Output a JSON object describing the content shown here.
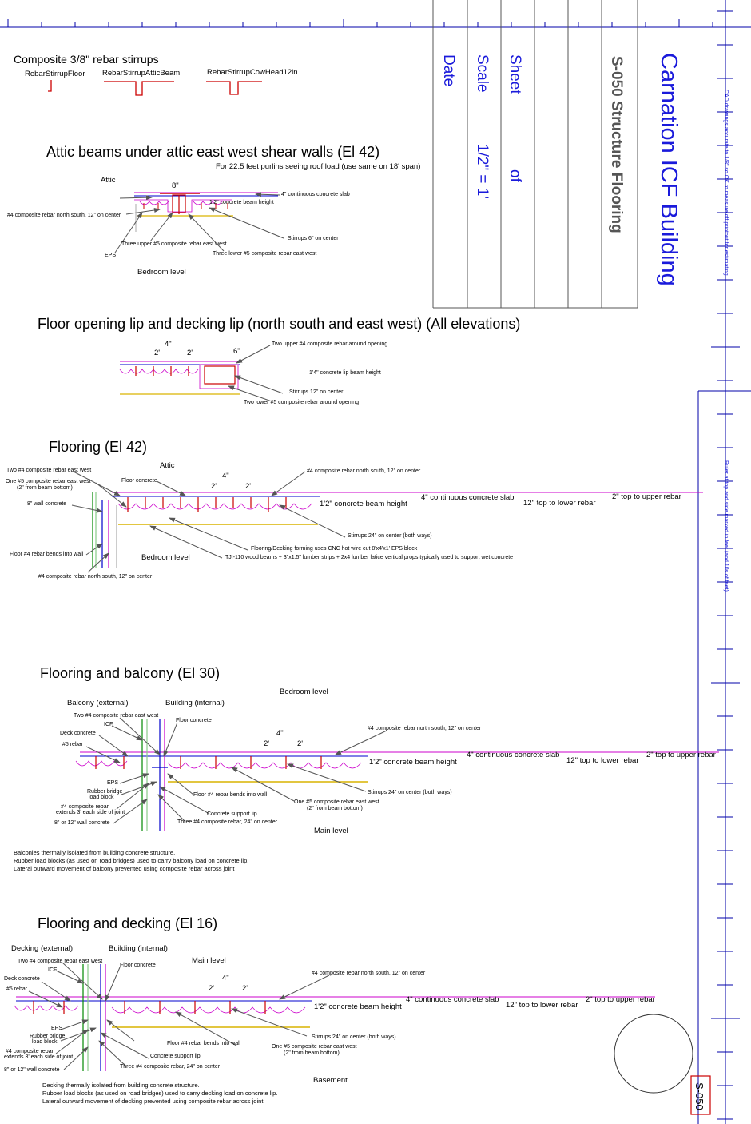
{
  "title_block": {
    "project": "Carnation ICF Building",
    "sheet_title": "S-050 Structure Flooring",
    "sheet_label": "Sheet",
    "sheet_of": "of",
    "scale_label": "Scale",
    "scale_value": "1/2\" = 1'",
    "date_label": "Date",
    "cad_note": "CAD drawings accurate to 1/8\" so OK to measure off printout for estimating",
    "ruler_note": "Ruler at top and side marked in feet (and 10s of feet)",
    "stamp": "S-050"
  },
  "stirrups": {
    "title": "Composite 3/8\" rebar stirrups",
    "items": [
      "RebarStirrupFloor",
      "RebarStirrupAtticBeam",
      "RebarStirrupCowHead12in"
    ]
  },
  "attic": {
    "title": "Attic beams under attic east west shear walls (El 42)",
    "subtitle": "For 22.5 feet purlins seeing roof load (use same on 18' span)",
    "level_top": "Attic",
    "level_bottom": "Bedroom level",
    "dim_8": "8\"",
    "slab": "4\" continuous concrete slab",
    "beam": "1'2\" concrete beam height",
    "rebar_ns": "#4 composite rebar north south, 12\" on center",
    "upper": "Three upper #5 composite rebar east west",
    "stirrups": "Stirrups 6\" on center",
    "eps": "EPS",
    "lower": "Three lower #5 composite rebar east west"
  },
  "opening": {
    "title": "Floor opening lip and decking lip (north south and east west) (All elevations)",
    "dim_4": "4\"",
    "dim_2a": "2'",
    "dim_2b": "2'",
    "dim_6": "6\"",
    "upper": "Two upper #4 composite rebar around opening",
    "beam": "1'4\" concrete lip beam height",
    "stirrups": "Stirrups 12\" on center",
    "lower": "Two lower #5 composite rebar around opening"
  },
  "flooring42": {
    "title": "Flooring (El 42)",
    "level_top": "Attic",
    "level_bottom": "Bedroom level",
    "two4": "Two #4 composite rebar east west",
    "one5": "One #5 composite rebar east west",
    "one5b": "(2\" from beam bottom)",
    "floor_concrete": "Floor concrete",
    "wall_concrete": "8\" wall concrete",
    "bends": "Floor #4 rebar bends into wall",
    "rebar_ns_bottom": "#4 composite rebar north south, 12\" on center",
    "rebar_ns_top": "#4 composite rebar north south, 12\" on center",
    "dim_4": "4\"",
    "dim_2a": "2'",
    "dim_2b": "2'",
    "slab": "4\" continuous concrete slab",
    "beam": "1'2\" concrete beam height",
    "lower": "12\" top to lower rebar",
    "upper": "2\" top to upper rebar",
    "stirrups": "Stirrups 24\" on center (both ways)",
    "forming": "Flooring/Decking forming uses CNC hot wire cut 8'x4'x1' EPS block",
    "tji": "TJI-110 wood beams + 3\"x1.5\" lumber strips + 2x4 lumber latice vertical props typically used to support wet concrete"
  },
  "balcony": {
    "title": "Flooring and balcony (El 30)",
    "level_top": "Bedroom level",
    "ext": "Balcony (external)",
    "int": "Building (internal)",
    "two4": "Two #4 composite rebar east west",
    "icf": "ICF",
    "deck": "Deck concrete",
    "r5": "#5 rebar",
    "floor_concrete": "Floor concrete",
    "rebar_ns": "#4 composite rebar north south, 12\" on center",
    "dim_4": "4\"",
    "dim_2a": "2'",
    "dim_2b": "2'",
    "slab": "4\" continuous concrete slab",
    "beam": "1'2\" concrete beam height",
    "lower": "12\" top to lower rebar",
    "upper": "2\" top to upper rebar",
    "eps": "EPS",
    "rubber1": "Rubber bridge",
    "rubber2": "load block",
    "bends": "Floor #4 rebar bends into wall",
    "stirrups": "Stirrups 24\" on center (both ways)",
    "comp1": "#4 composite rebar",
    "comp2": "extends 3' each side of joint",
    "one5": "One #5 composite rebar east west",
    "one5b": "(2\" from beam bottom)",
    "support": "Concrete support lip",
    "wall": "8\" or 12\" wall concrete",
    "three4": "Three #4 composite rebar, 24\" on center",
    "level_bottom": "Main level",
    "notes": [
      "Balconies thermally isolated from building concrete structure.",
      "Rubber load blocks (as used on road bridges) used to carry balcony load on concrete lip.",
      "Lateral outward movement of balcony prevented using composite rebar across joint"
    ]
  },
  "decking": {
    "title": "Flooring and decking (El 16)",
    "level_top": "Main level",
    "ext": "Decking (external)",
    "int": "Building (internal)",
    "two4": "Two #4 composite rebar east west",
    "icf": "ICF",
    "deck": "Deck concrete",
    "r5": "#5 rebar",
    "floor_concrete": "Floor concrete",
    "rebar_ns": "#4 composite rebar north south, 12\" on center",
    "dim_4": "4\"",
    "dim_2a": "2'",
    "dim_2b": "2'",
    "slab": "4\" continuous concrete slab",
    "beam": "1'2\" concrete beam height",
    "lower": "12\" top to lower rebar",
    "upper": "2\" top to upper rebar",
    "eps": "EPS",
    "rubber1": "Rubber bridge",
    "rubber2": "load block",
    "bends": "Floor #4 rebar bends into wall",
    "stirrups": "Stirrups 24\" on center (both ways)",
    "comp1": "#4 composite rebar",
    "comp2": "extends 3' each side of joint",
    "one5": "One #5 composite rebar east west",
    "one5b": "(2\" from beam bottom)",
    "support": "Concrete support lip",
    "wall": "8\" or 12\" wall concrete",
    "three4": "Three #4 composite rebar, 24\" on center",
    "level_bottom": "Basement",
    "notes": [
      "Decking thermally isolated from building concrete structure.",
      "Rubber load blocks (as used on road bridges) used to carry decking load on concrete lip.",
      "Lateral outward movement of decking prevented using composite rebar across joint"
    ]
  }
}
